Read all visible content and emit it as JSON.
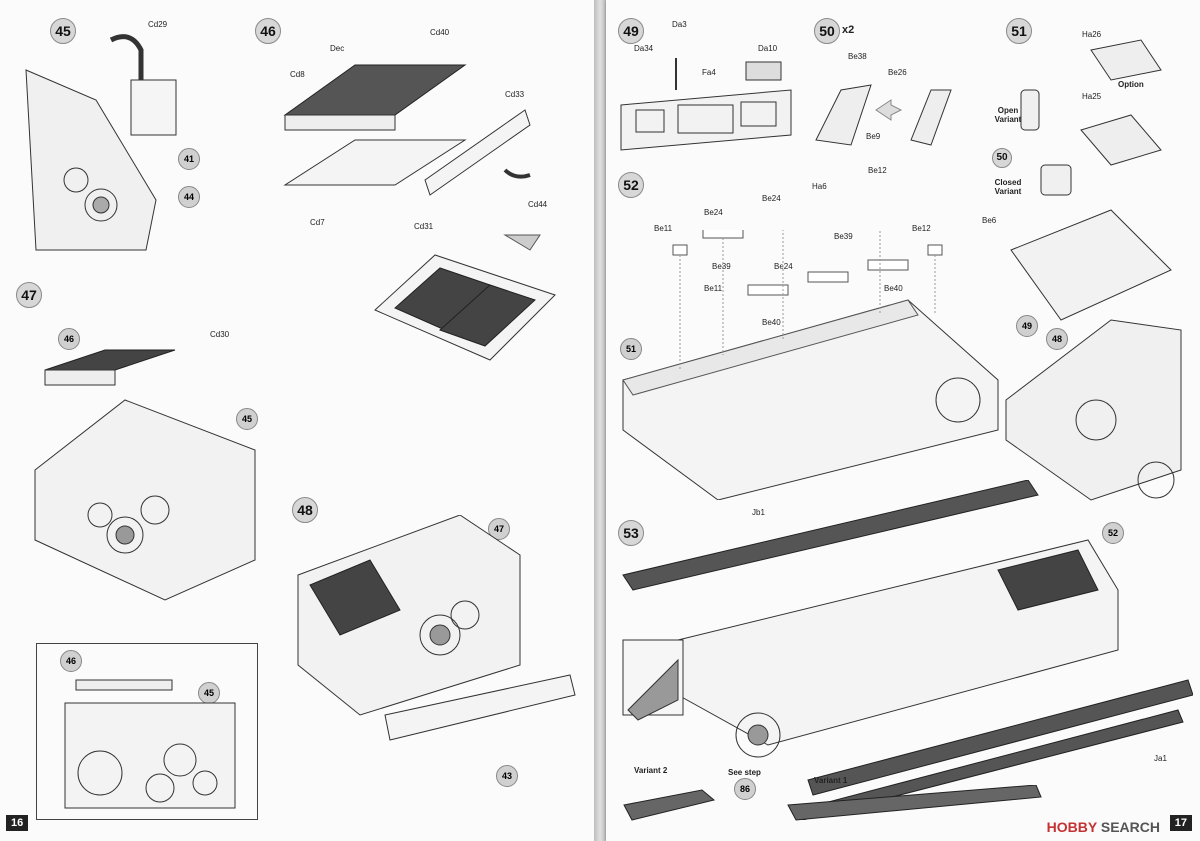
{
  "pages": {
    "left_number": "16",
    "right_number": "17"
  },
  "steps": {
    "s45": "45",
    "s46": "46",
    "s47": "47",
    "s48": "48",
    "s49": "49",
    "s50": "50",
    "s51": "51",
    "s52": "52",
    "s53": "53"
  },
  "qty_x2": "x2",
  "parts": {
    "cd29": "Cd29",
    "cd40": "Cd40",
    "cd8": "Cd8",
    "cd33": "Cd33",
    "cd7": "Cd7",
    "cd44": "Cd44",
    "cd31": "Cd31",
    "cd30": "Cd30",
    "dec": "Dec",
    "da3": "Da3",
    "da34": "Da34",
    "fa4": "Fa4",
    "da10": "Da10",
    "be38": "Be38",
    "be26": "Be26",
    "be9": "Be9",
    "ha26": "Ha26",
    "ha25": "Ha25",
    "be6": "Be6",
    "be11a": "Be11",
    "be24a": "Be24",
    "be24b": "Be24",
    "ha6": "Ha6",
    "be12a": "Be12",
    "be39a": "Be39",
    "be39b": "Be39",
    "be12b": "Be12",
    "be24c": "Be24",
    "be11b": "Be11",
    "be40a": "Be40",
    "be40b": "Be40",
    "jb1": "Jb1",
    "ja1": "Ja1"
  },
  "refs": {
    "r41": "41",
    "r44": "44",
    "r46a": "46",
    "r45a": "45",
    "r46b": "46",
    "r45b": "45",
    "r47": "47",
    "r43": "43",
    "r51": "51",
    "r49": "49",
    "r48": "48",
    "r52": "52",
    "r86": "86"
  },
  "notes": {
    "open_variant": "Open Variant",
    "closed_variant": "Closed Variant",
    "option": "Option",
    "variant2": "Variant 2",
    "variant1": "Variant 1",
    "see_step": "See step"
  },
  "watermark": {
    "brand": "HOBBY",
    "suffix": "SEARCH"
  }
}
